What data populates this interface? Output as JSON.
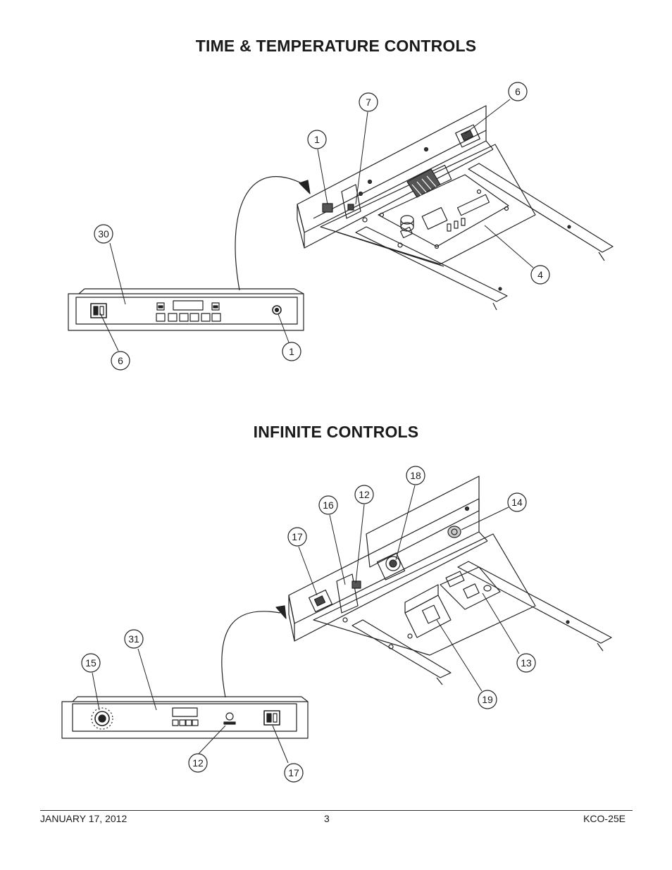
{
  "titles": {
    "time_temp": "TIME & TEMPERATURE CONTROLS",
    "infinite": "INFINITE CONTROLS"
  },
  "callouts_top": {
    "c7": "7",
    "c6a": "6",
    "c1a": "1",
    "c30": "30",
    "c4": "4",
    "c6b": "6",
    "c1b": "1"
  },
  "callouts_bottom": {
    "c18": "18",
    "c12a": "12",
    "c16": "16",
    "c14": "14",
    "c17a": "17",
    "c31": "31",
    "c15": "15",
    "c13": "13",
    "c19": "19",
    "c12b": "12",
    "c17b": "17"
  },
  "footer": {
    "date": "JANUARY 17, 2012",
    "page": "3",
    "model": "KCO-25E"
  }
}
